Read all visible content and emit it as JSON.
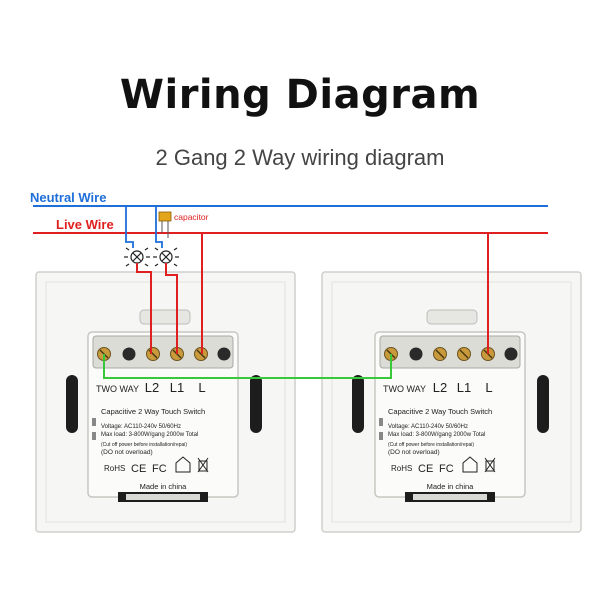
{
  "title": "Wiring Diagram",
  "subtitle": "2 Gang 2 Way wiring diagram",
  "wires": {
    "neutral_label": "Neutral Wire",
    "live_label": "Live Wire",
    "capacitor_label": "capacitor",
    "neutral_color": "#1e6fd9",
    "live_color": "#e02020",
    "traveler_color": "#39c839"
  },
  "switch_left": {
    "model": "TWO WAY",
    "terminals": [
      "L2",
      "L1",
      "L"
    ],
    "product": "Capacitive 2 Way Touch Switch",
    "voltage": "Voltage: AC110-240v 50/60Hz",
    "max_load": "Max load: 3-800W/gang  2000w Total",
    "note1": "(Cut off power before installation/repai)",
    "note2": "(DO not overload)",
    "made_in": "Made in china"
  },
  "switch_right": {
    "model": "TWO WAY",
    "terminals": [
      "L2",
      "L1",
      "L"
    ],
    "product": "Capacitive 2 Way Touch Switch",
    "voltage": "Voltage: AC110-240v 50/60Hz",
    "max_load": "Max load: 3-800W/gang  2000w Total",
    "note1": "(Cut off power before installation/repai)",
    "note2": "(DO not overload)",
    "made_in": "Made in china"
  }
}
